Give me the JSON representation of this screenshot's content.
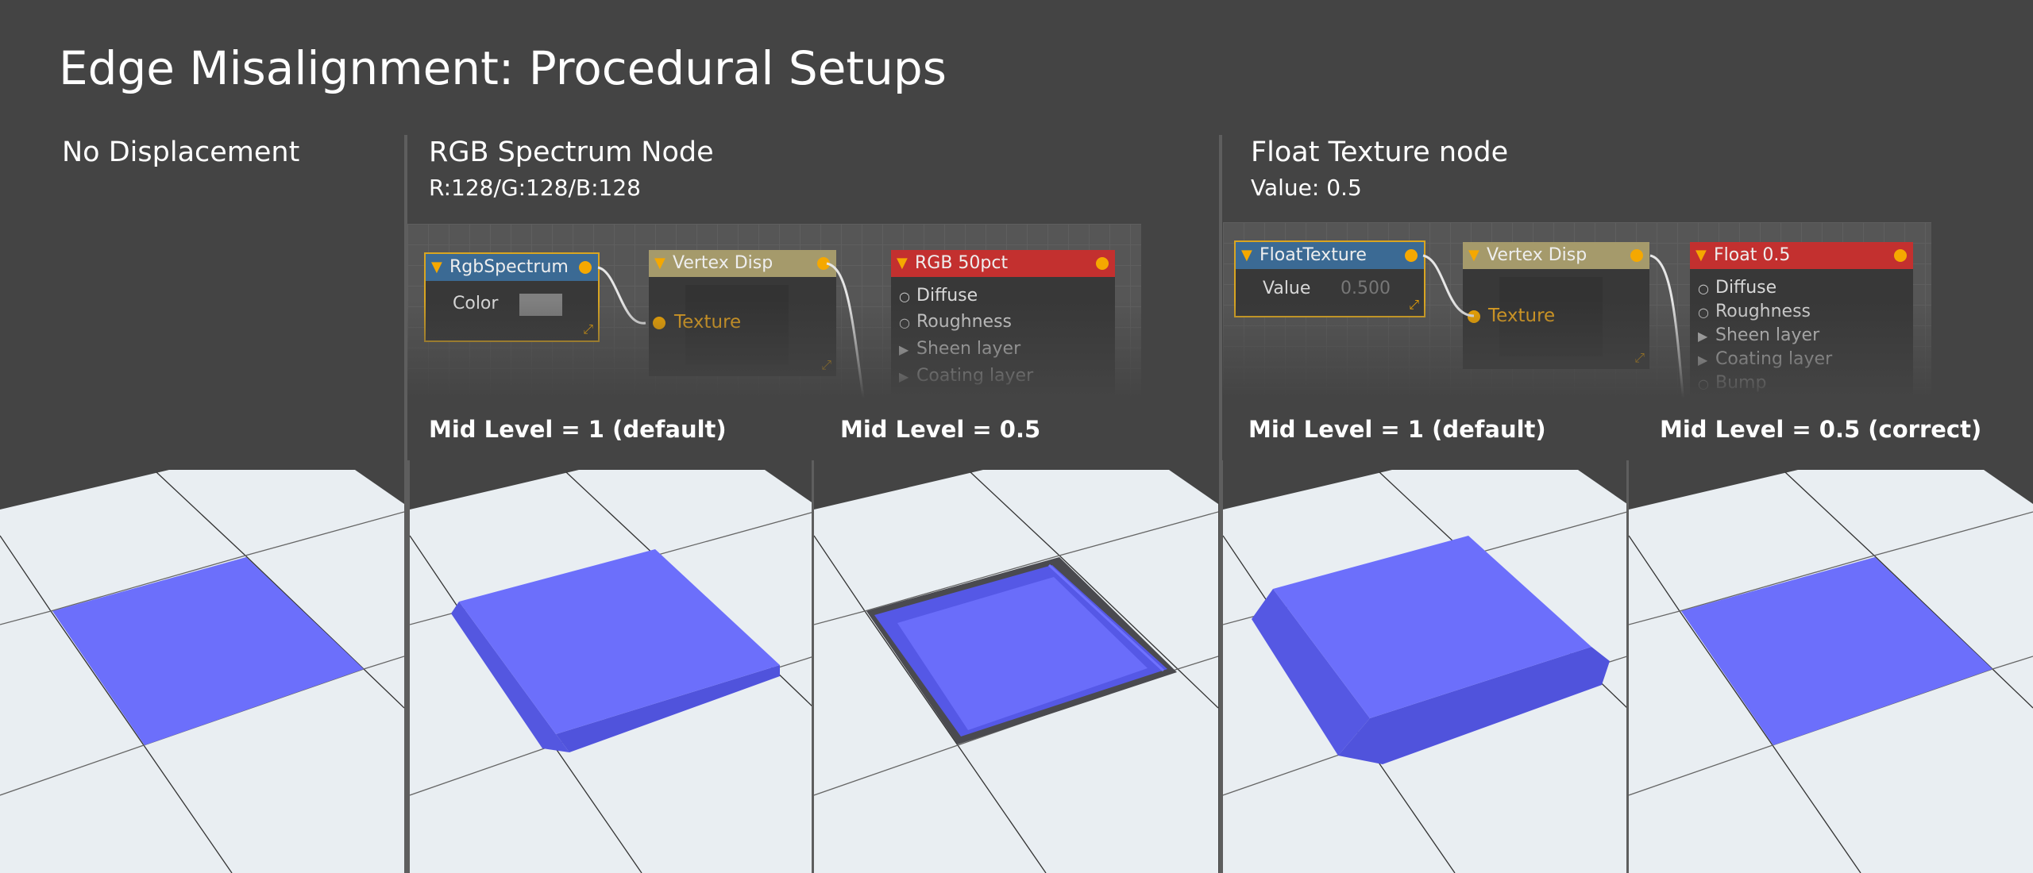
{
  "title": "Edge Misalignment: Procedural Setups",
  "sections": [
    {
      "title": "No Displacement"
    },
    {
      "title": "RGB Spectrum Node",
      "subtitle": "R:128/G:128/B:128"
    },
    {
      "title": "Float Texture node",
      "subtitle": "Value: 0.5"
    }
  ],
  "labels": {
    "rgb_default": "Mid Level = 1 (default)",
    "rgb_half": "Mid Level = 0.5",
    "float_default": "Mid Level = 1 (default)",
    "float_half": "Mid Level = 0.5 (correct)"
  },
  "graph_rgb": {
    "source": {
      "name": "RgbSpectrum",
      "param_label": "Color",
      "swatch_color": "#808080"
    },
    "disp": {
      "name": "Vertex Disp",
      "input": "Texture"
    },
    "material": {
      "name": "RGB 50pct",
      "rows": [
        {
          "icon": "circle",
          "label": "Diffuse"
        },
        {
          "icon": "triangle",
          "label": "Roughness"
        },
        {
          "icon": "triangle",
          "label": "Sheen layer"
        },
        {
          "icon": "triangle",
          "label": "Coating layer"
        }
      ]
    }
  },
  "graph_float": {
    "source": {
      "name": "FloatTexture",
      "param_label": "Value",
      "param_value": "0.500"
    },
    "disp": {
      "name": "Vertex Disp",
      "input": "Texture"
    },
    "material": {
      "name": "Float 0.5",
      "rows": [
        {
          "icon": "circle",
          "label": "Diffuse"
        },
        {
          "icon": "circle",
          "label": "Roughness"
        },
        {
          "icon": "triangle",
          "label": "Sheen layer"
        },
        {
          "icon": "triangle",
          "label": "Coating layer"
        },
        {
          "icon": "circle",
          "label": "Bump"
        }
      ]
    }
  },
  "colors": {
    "tile_blue": "#6c6ffb",
    "tile_side": "#5457e0",
    "floor": "#e9eef2",
    "node_source_header": "#3b6a94",
    "node_disp_header": "#a59a6b",
    "node_material_header": "#c3302f",
    "port": "#f5a800"
  }
}
